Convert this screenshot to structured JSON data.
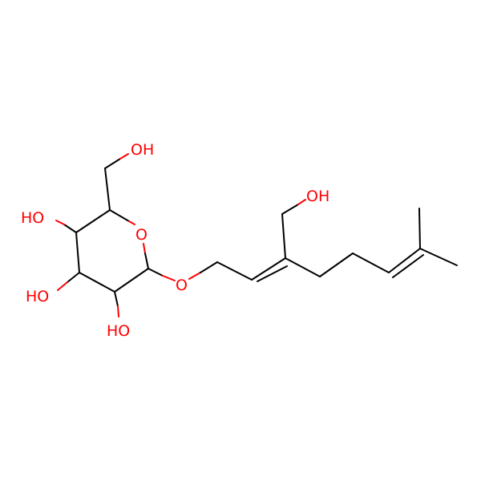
{
  "molecule": {
    "bond_color": "#000000",
    "heteroatom_color": "#ff0000",
    "labels": {
      "oh_ch2": "OH",
      "oh_c4": "HO",
      "ring_o": "O",
      "oh_c3": "HO",
      "oh_c2": "HO",
      "glycosidic_o": "O",
      "oh_allylic": "OH"
    }
  }
}
